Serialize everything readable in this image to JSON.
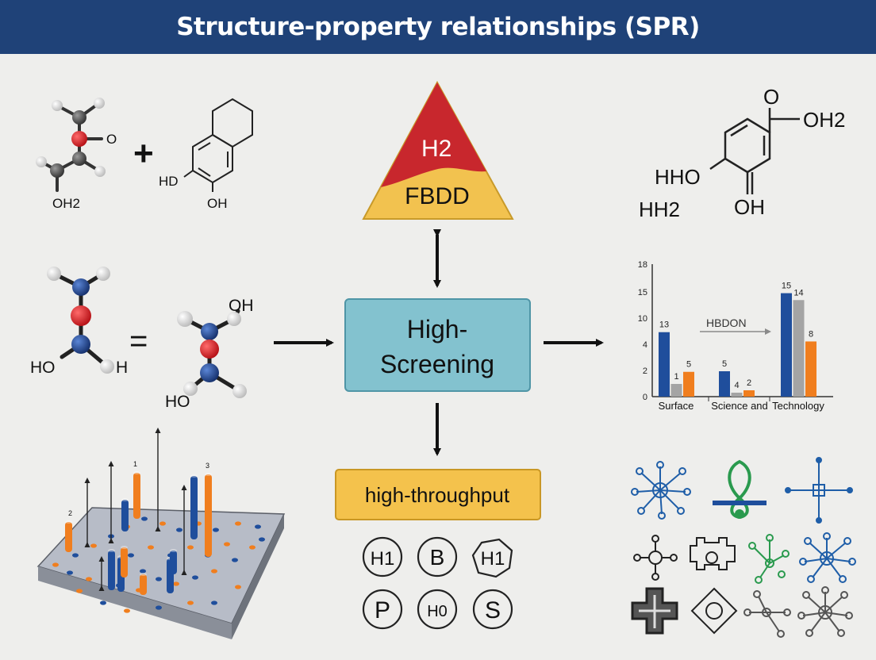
{
  "title": "Structure-property relationships (SPR)",
  "colors": {
    "header": "#1f4278",
    "background": "#eeeeec",
    "pyramid_red": "#c8272d",
    "pyramid_yellow": "#f2c24f",
    "screening_box": "#83c2cf",
    "throughput_box": "#f4c24c",
    "blue": "#1f4e9c",
    "orange": "#f07e1e",
    "gray": "#a4a4a4",
    "green": "#2a9a4e"
  },
  "molecule_top_left": {
    "o_label": "O",
    "oh2_label": "OH2",
    "plus": "+"
  },
  "ring_molecule": {
    "hd_label": "HD",
    "oh_label": "OH"
  },
  "molecule_mid_left": {
    "ho_label": "HO",
    "h_label": "H",
    "equals": "="
  },
  "molecule_mid_second": {
    "oh_label": "OH",
    "ho_label": "HO"
  },
  "pyramid": {
    "h2_label": "H2",
    "fbdd_label": "FBDD"
  },
  "screening": {
    "line1": "High-",
    "line2": "Screening"
  },
  "throughput": {
    "label": "high-throughput"
  },
  "molecule_top_right": {
    "o_label": "O",
    "oh2_label": "OH2",
    "hho_label": "HHO",
    "oh_label": "OH",
    "hh2_label": "HH2"
  },
  "symbols": [
    "H1",
    "B",
    "H1",
    "P",
    "H0",
    "S"
  ],
  "surface_labels": [
    "2",
    "1",
    "3"
  ],
  "chart_data": {
    "type": "bar",
    "categories": [
      "Surface",
      "Science and",
      "Technology"
    ],
    "yticks": [
      0,
      2,
      4,
      10,
      15,
      18
    ],
    "series": [
      {
        "name": "",
        "color": "#1f4e9c",
        "values": [
          13,
          5,
          15
        ]
      },
      {
        "name": "",
        "color": "#a4a4a4",
        "values": [
          1,
          4,
          14
        ]
      },
      {
        "name": "",
        "color": "#f07e1e",
        "values": [
          5,
          2,
          8
        ]
      }
    ],
    "annotation": "HBDON"
  }
}
